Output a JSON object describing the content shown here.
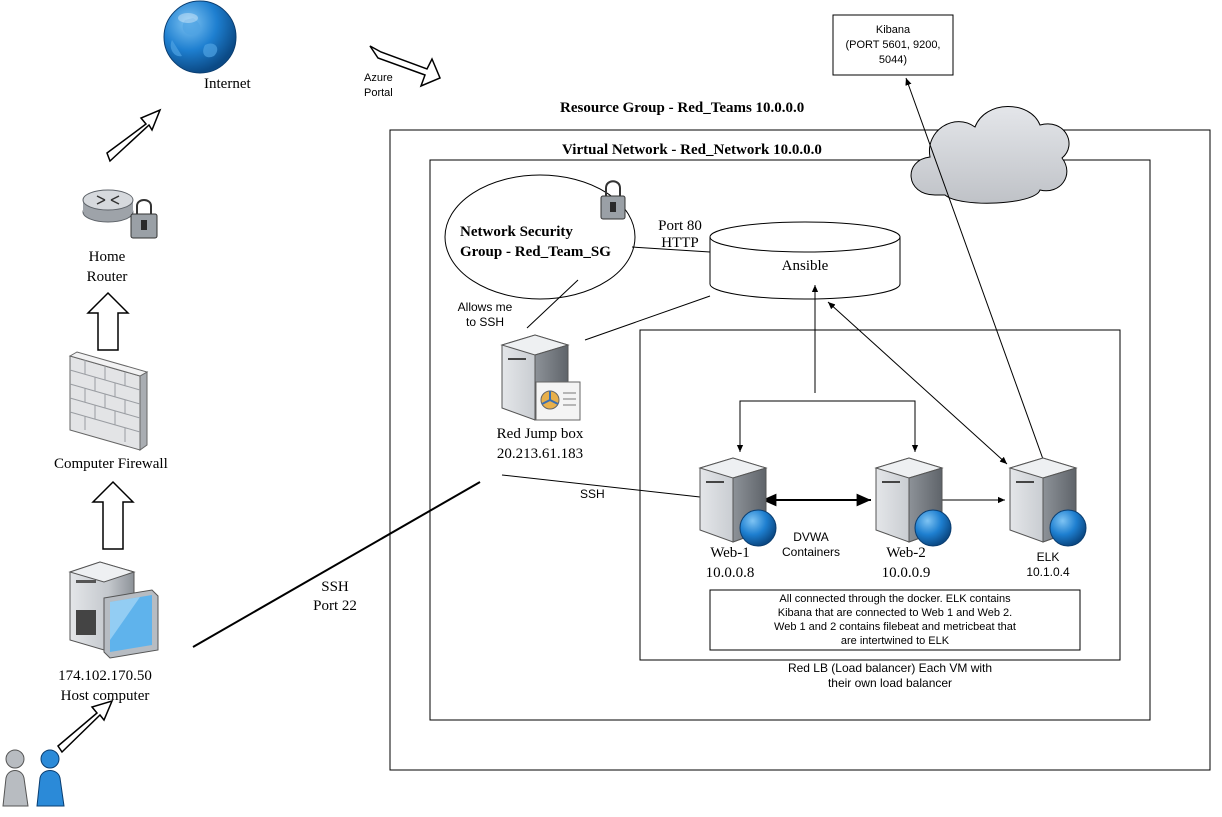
{
  "labels": {
    "internet": "Internet",
    "azure_portal_1": "Azure",
    "azure_portal_2": "Portal",
    "home_router_1": "Home",
    "home_router_2": "Router",
    "computer_firewall": "Computer Firewall",
    "host_ip": "174.102.170.50",
    "host_computer": "Host computer",
    "resource_group": "Resource Group - Red_Teams 10.0.0.0",
    "virtual_network": "Virtual Network - Red_Network 10.0.0.0",
    "nsg_1": "Network Security",
    "nsg_2": "Group - Red_Team_SG",
    "allows_1": "Allows me",
    "allows_2": "to SSH",
    "port80_1": "Port 80",
    "port80_2": "HTTP",
    "ansible": "Ansible",
    "jump_box_name": "Red Jump box",
    "jump_box_ip": "20.213.61.183",
    "ssh_inner": "SSH",
    "ssh_outer_1": "SSH",
    "ssh_outer_2": "Port 22",
    "web1_name": "Web-1",
    "web1_ip": "10.0.0.8",
    "web2_name": "Web-2",
    "web2_ip": "10.0.0.9",
    "elk_name": "ELK",
    "elk_ip": "10.1.0.4",
    "dvwa_1": "DVWA",
    "dvwa_2": "Containers",
    "kibana_1": "Kibana",
    "kibana_2": "(PORT 5601, 9200,",
    "kibana_3": "5044)",
    "note_1": "All connected through the docker. ELK contains",
    "note_2": "Kibana that are connected to Web 1 and Web 2.",
    "note_3": "Web 1 and 2 contains filebeat and metricbeat that",
    "note_4": "are intertwined to ELK",
    "lb_1": "Red LB (Load balancer) Each VM with",
    "lb_2": "their own load balancer"
  },
  "icons": [
    "globe-icon",
    "router-icon",
    "lock-icon",
    "firewall-icon",
    "desktop-computer-icon",
    "users-icon",
    "server-icon",
    "cloud-icon"
  ],
  "colors": {
    "globe_blue": "#1e7fd0",
    "server_gray": "#c9ccd0",
    "cloud_gray": "#d3d5d9"
  }
}
